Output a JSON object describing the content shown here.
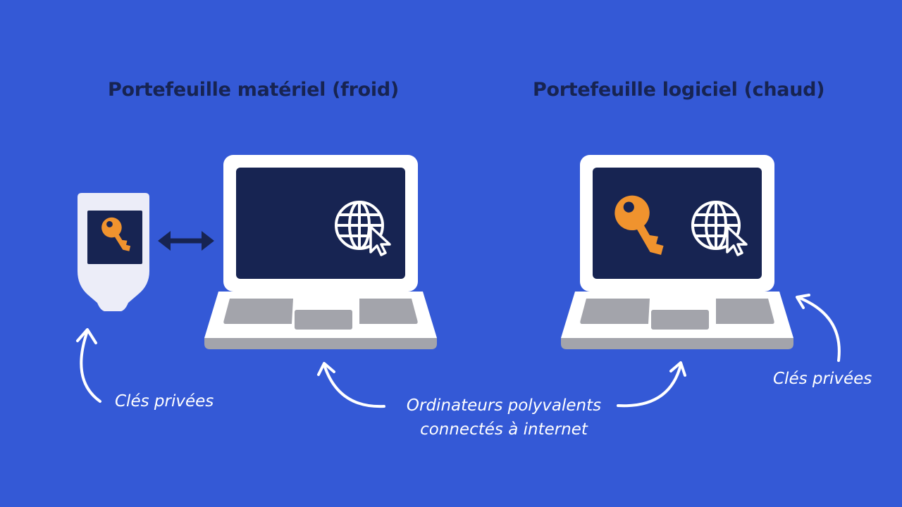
{
  "titles": {
    "hardware": "Portefeuille matériel (froid)",
    "software": "Portefeuille logiciel (chaud)"
  },
  "captions": {
    "private_keys_left": "Clés privées",
    "private_keys_right": "Clés privées",
    "computers_line1": "Ordinateurs polyvalents",
    "computers_line2": "connectés à internet"
  },
  "colors": {
    "background": "#3459d6",
    "title_text": "#172452",
    "screen": "#172452",
    "laptop_frame": "#ffffff",
    "keyboard_keys": "#a3a4ab",
    "laptop_base": "#a3a4ab",
    "key": "#f0932e",
    "device_body": "#ecedf8",
    "arrow_double": "#172452",
    "annotation_arrow": "#ffffff"
  },
  "icons": [
    "key-icon",
    "globe-icon",
    "cursor-icon",
    "double-arrow-icon",
    "curved-arrow-icon"
  ]
}
